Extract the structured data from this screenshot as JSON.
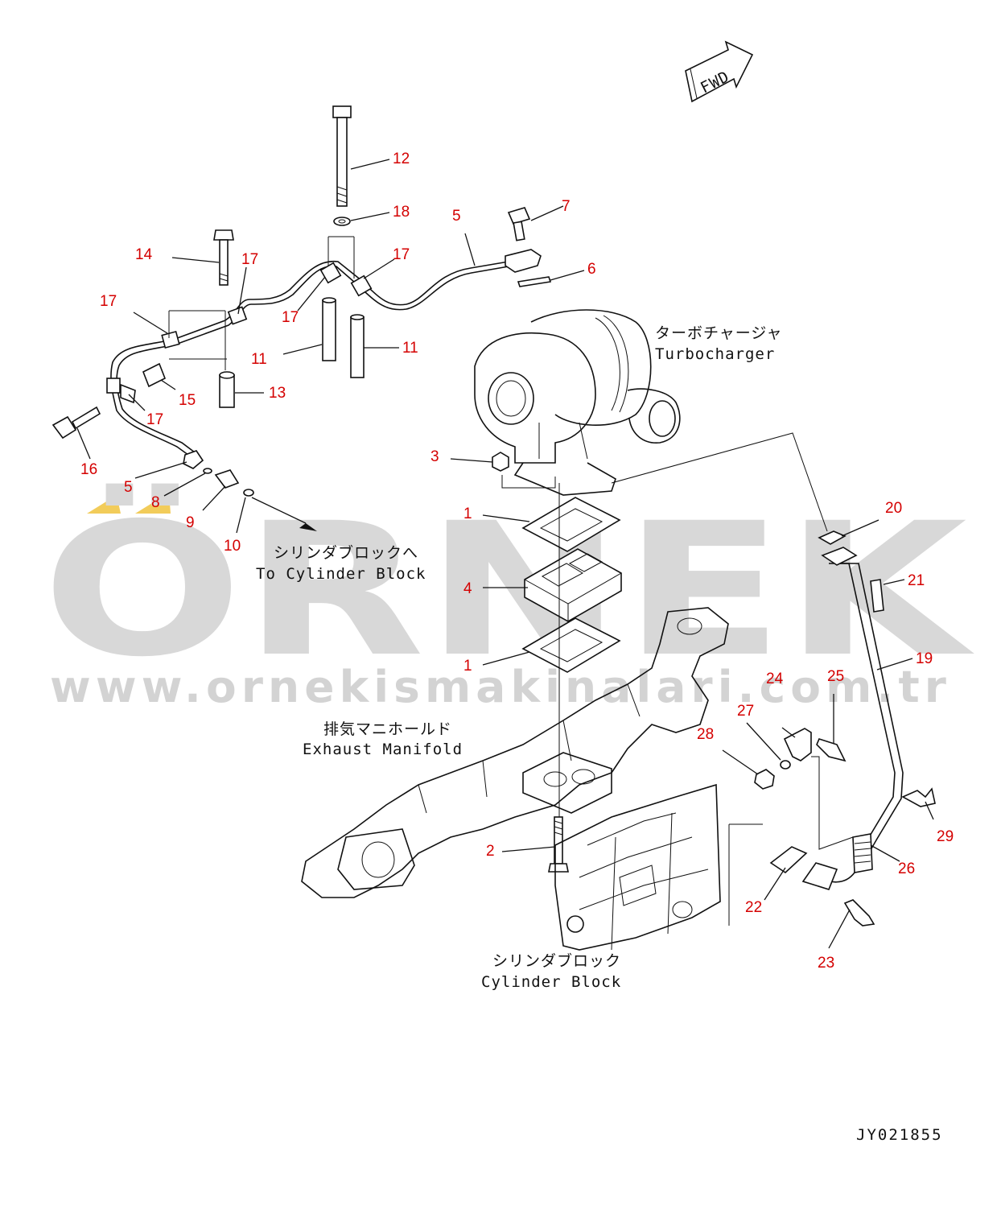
{
  "watermark": {
    "brand": "ÖRNEK",
    "url": "www.ornekismakinalari.com.tr",
    "accent_color": "#f2cc5a",
    "gray_color": "#d6d6d6"
  },
  "direction_tag": "FWD",
  "drawing_code": "JY021855",
  "labels": {
    "turbocharger_jp": "ターボチャージャ",
    "turbocharger_en": "Turbocharger",
    "to_block_jp": "シリンダブロックへ",
    "to_block_en": "To Cylinder Block",
    "manifold_jp": "排気マニホールド",
    "manifold_en": "Exhaust Manifold",
    "block_jp": "シリンダブロック",
    "block_en": "Cylinder Block"
  },
  "callouts": [
    "12",
    "18",
    "5",
    "7",
    "14",
    "17",
    "17",
    "6",
    "17",
    "17",
    "11",
    "11",
    "15",
    "13",
    "17",
    "16",
    "5",
    "8",
    "9",
    "10",
    "3",
    "1",
    "4",
    "1",
    "20",
    "21",
    "19",
    "24",
    "25",
    "27",
    "28",
    "2",
    "29",
    "26",
    "22",
    "23"
  ],
  "callout_color": "#d40000"
}
